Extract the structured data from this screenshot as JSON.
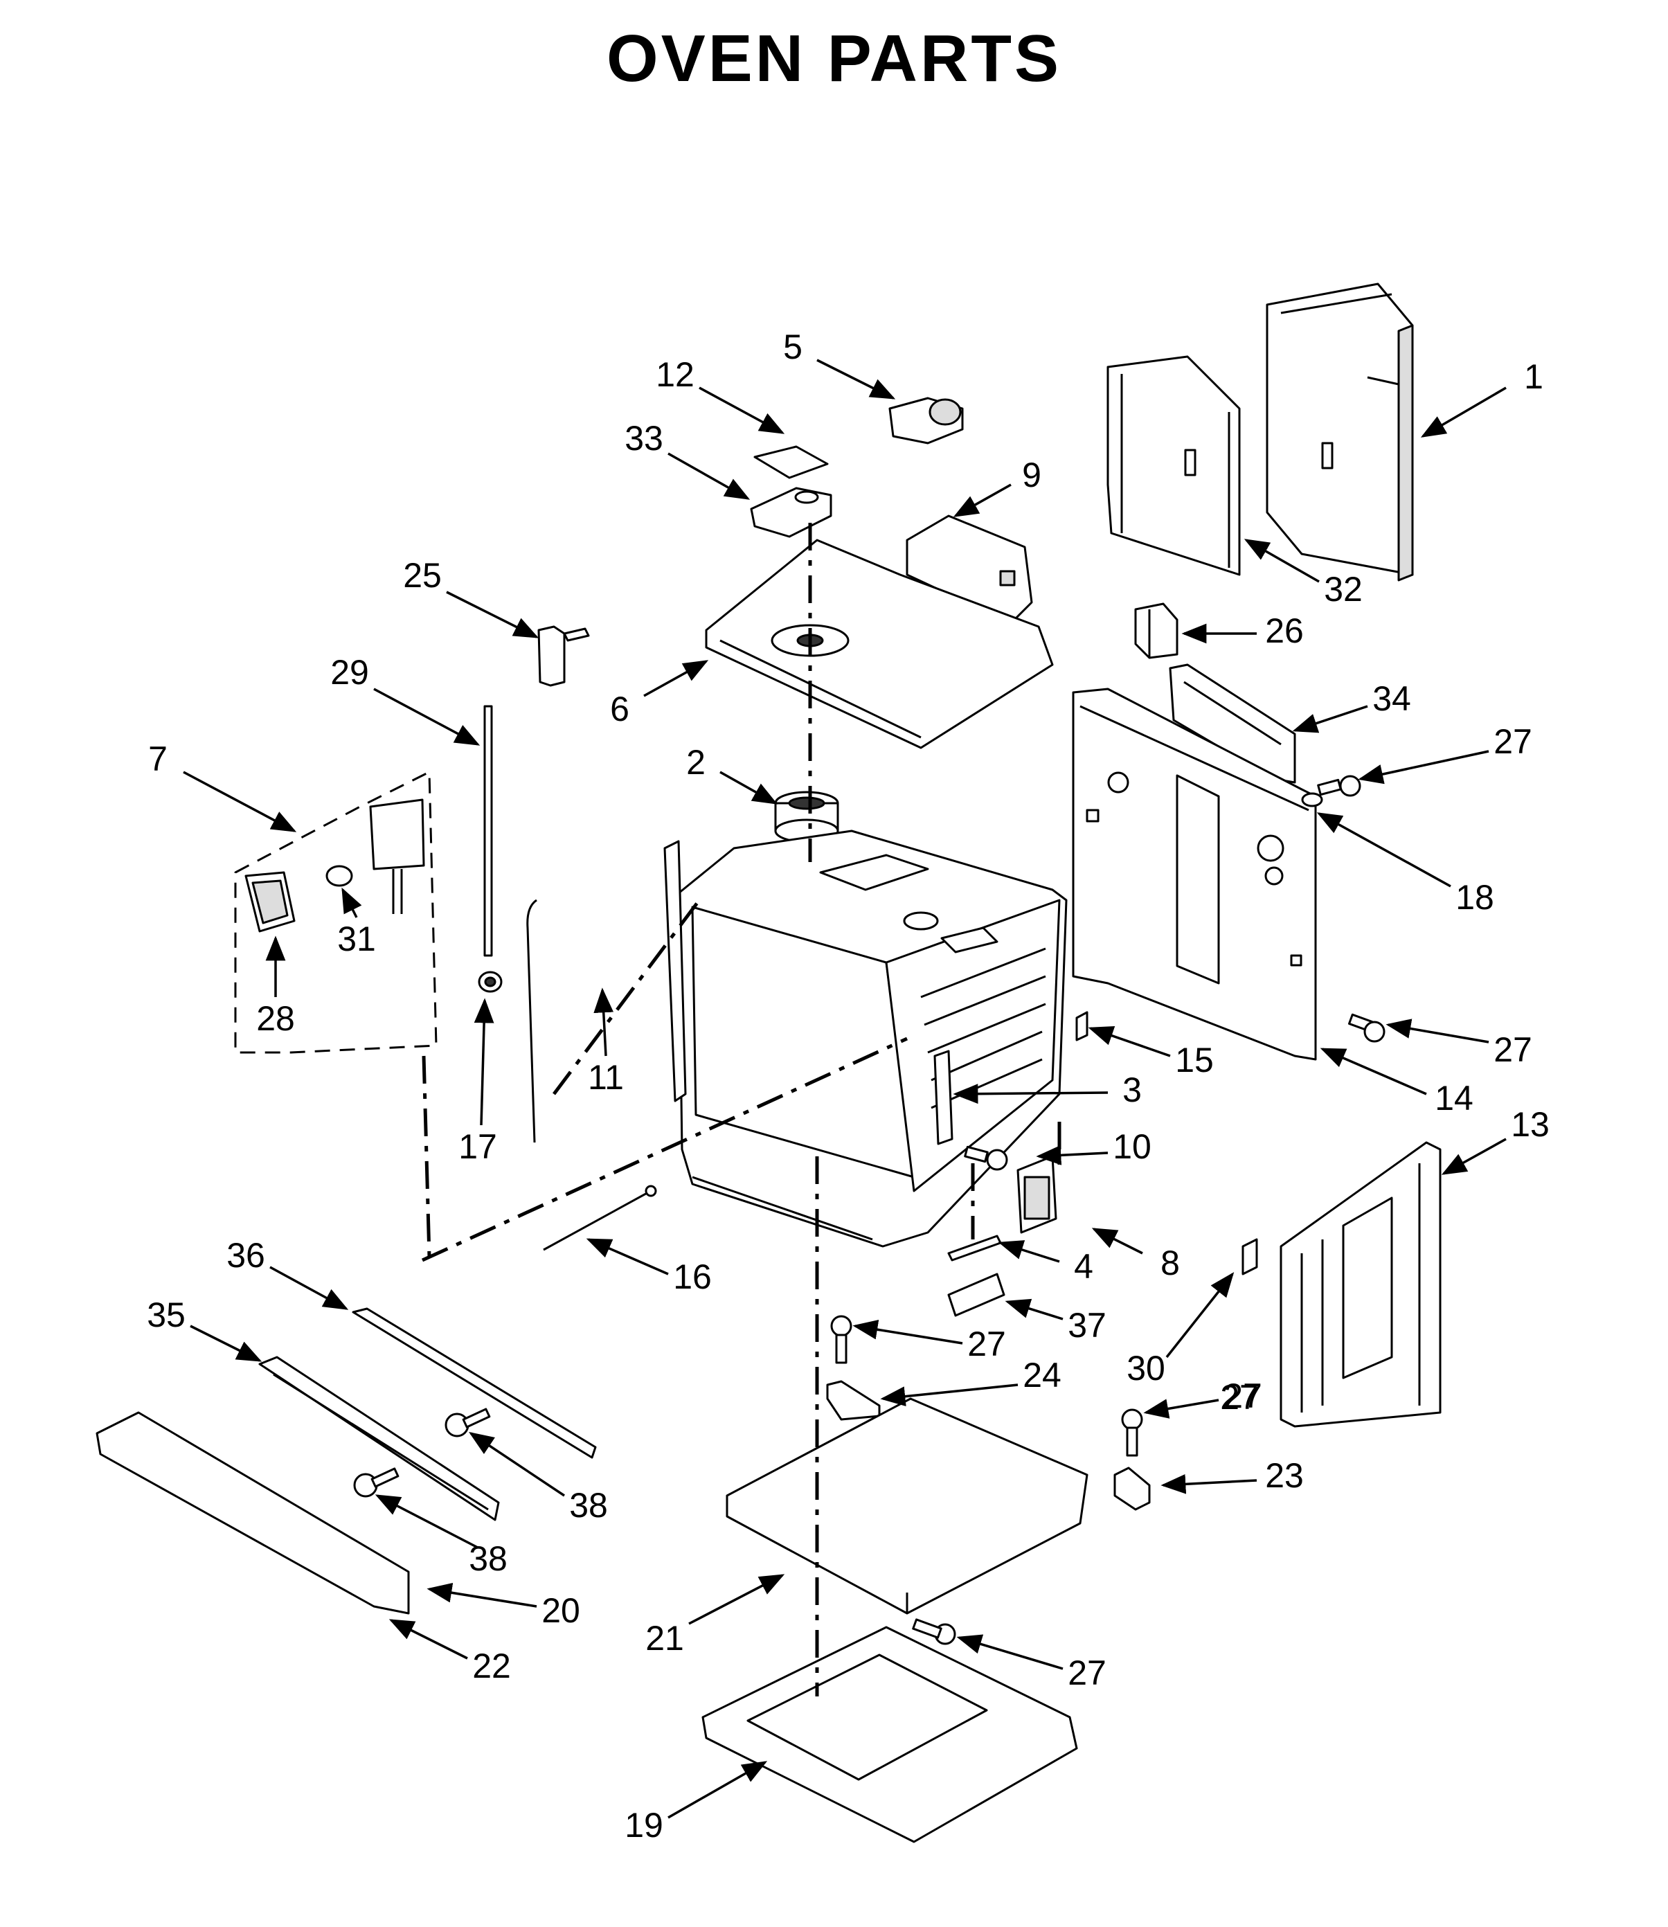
{
  "title": "OVEN PARTS",
  "colors": {
    "line": "#000000",
    "part_fill": "#ffffff",
    "shade": "#d9d9d9",
    "dark": "#3a3a3a"
  },
  "callouts": [
    {
      "label": "1"
    },
    {
      "label": "2"
    },
    {
      "label": "3"
    },
    {
      "label": "4"
    },
    {
      "label": "5"
    },
    {
      "label": "6"
    },
    {
      "label": "7"
    },
    {
      "label": "8"
    },
    {
      "label": "9"
    },
    {
      "label": "10"
    },
    {
      "label": "11"
    },
    {
      "label": "12"
    },
    {
      "label": "13"
    },
    {
      "label": "14"
    },
    {
      "label": "15"
    },
    {
      "label": "16"
    },
    {
      "label": "17"
    },
    {
      "label": "18"
    },
    {
      "label": "19"
    },
    {
      "label": "20"
    },
    {
      "label": "21"
    },
    {
      "label": "22"
    },
    {
      "label": "23"
    },
    {
      "label": "24"
    },
    {
      "label": "25"
    },
    {
      "label": "26"
    },
    {
      "label": "27"
    },
    {
      "label": "27"
    },
    {
      "label": "27"
    },
    {
      "label": "27"
    },
    {
      "label": "27"
    },
    {
      "label": "27"
    },
    {
      "label": "28"
    },
    {
      "label": "29"
    },
    {
      "label": "30"
    },
    {
      "label": "31"
    },
    {
      "label": "32"
    },
    {
      "label": "33"
    },
    {
      "label": "34"
    },
    {
      "label": "35"
    },
    {
      "label": "36"
    },
    {
      "label": "37"
    },
    {
      "label": "38"
    },
    {
      "label": "38"
    }
  ]
}
